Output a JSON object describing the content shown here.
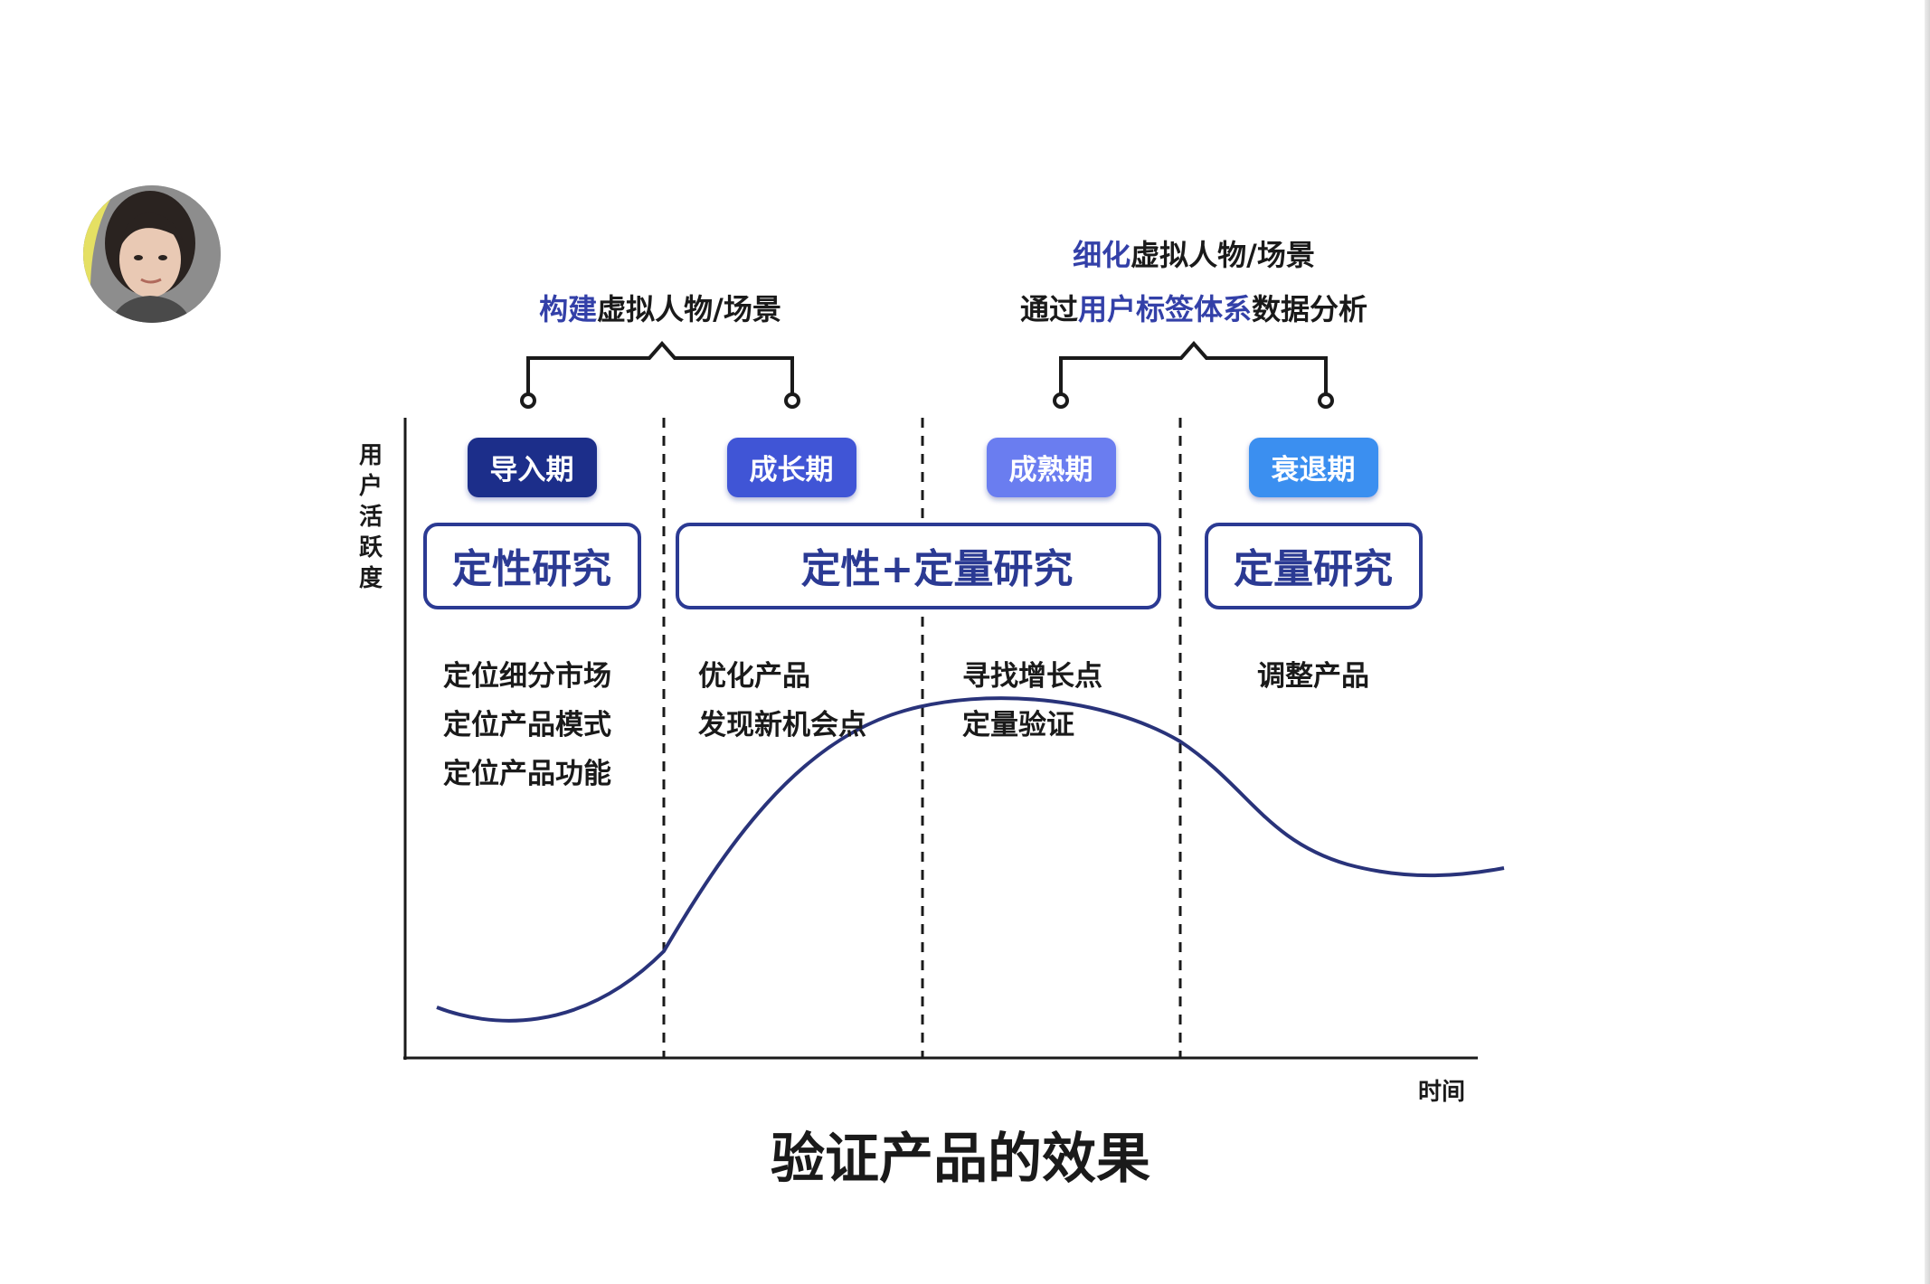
{
  "colors": {
    "dark_navy": "#1d2f8a",
    "mid_blue": "#3f55d6",
    "periwinkle": "#6b7df0",
    "sky_blue": "#3b8ff0",
    "curve": "#29337a",
    "accent_text": "#3340a8",
    "text": "#1a1a1a"
  },
  "annotations": {
    "left": {
      "accent": "构建",
      "rest": "虚拟人物/场景"
    },
    "right_line1": {
      "accent": "细化",
      "rest": "虚拟人物/场景"
    },
    "right_line2": {
      "pre": "通过",
      "accent": "用户标签体系",
      "post": "数据分析"
    }
  },
  "y_axis_label_chars": [
    "用",
    "户",
    "活",
    "跃",
    "度"
  ],
  "x_axis_label": "时间",
  "stages": [
    {
      "label": "导入期",
      "color": "#1d2f8a"
    },
    {
      "label": "成长期",
      "color": "#3f55d6"
    },
    {
      "label": "成熟期",
      "color": "#6b7df0"
    },
    {
      "label": "衰退期",
      "color": "#3b8ff0"
    }
  ],
  "research_boxes": [
    "定性研究",
    "定性+定量研究",
    "定量研究"
  ],
  "stage_notes": [
    [
      "定位细分市场",
      "定位产品模式",
      "定位产品功能"
    ],
    [
      "优化产品",
      "发现新机会点"
    ],
    [
      "寻找增长点",
      "定量验证"
    ],
    [
      "调整产品"
    ]
  ],
  "title": "验证产品的效果",
  "icons": {
    "avatar": "presenter-avatar"
  }
}
